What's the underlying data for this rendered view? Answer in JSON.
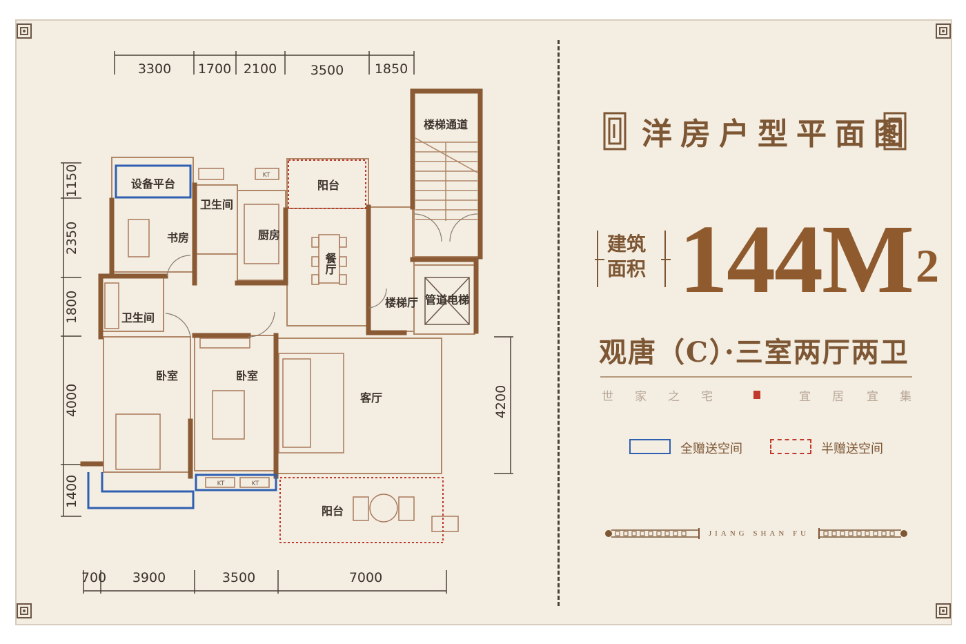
{
  "header": {
    "title": "洋房户型平面图",
    "area_label_line1": "建筑",
    "area_label_line2": "面积",
    "area_value": "144M",
    "area_unit_sup": "2",
    "subtitle": "观唐（C）·三室两厅两卫",
    "slogan_left": [
      "世",
      "家",
      "之",
      "宅"
    ],
    "slogan_right": [
      "宜",
      "居",
      "宜",
      "集"
    ],
    "brand_band": "JIANG SHAN FU"
  },
  "legend": [
    {
      "label": "全赠送空间",
      "style": "solid",
      "color": "#2f5fb0"
    },
    {
      "label": "半赠送空间",
      "style": "dashed",
      "color": "#c0392b"
    }
  ],
  "colors": {
    "wall": "#8a5a34",
    "room_line": "#a9795a",
    "accent_blue": "#2f5fb0",
    "accent_red": "#c0392b",
    "text": "#7d5634"
  },
  "floorplan": {
    "top_dims": [
      "3300",
      "1700",
      "2100",
      "3500",
      "1850"
    ],
    "bottom_dims": [
      "700",
      "3900",
      "3500",
      "7000"
    ],
    "left_dims": [
      "1150",
      "2350",
      "1800",
      "4000",
      "1400"
    ],
    "right_dims": [
      "4200"
    ],
    "rooms": {
      "equipment": "设备平台",
      "bath1": "卫生间",
      "kitchen": "厨房",
      "balcony_top": "阳台",
      "stair_passage": "楼梯通道",
      "study": "书房",
      "dining": "餐厅",
      "stair_hall": "楼梯厅",
      "elevator": "管道电梯",
      "bath2": "卫生间",
      "bedroom1": "卧室",
      "bedroom2": "卧室",
      "living": "客厅",
      "balcony_bottom": "阳台"
    },
    "kt_label": "KT"
  }
}
